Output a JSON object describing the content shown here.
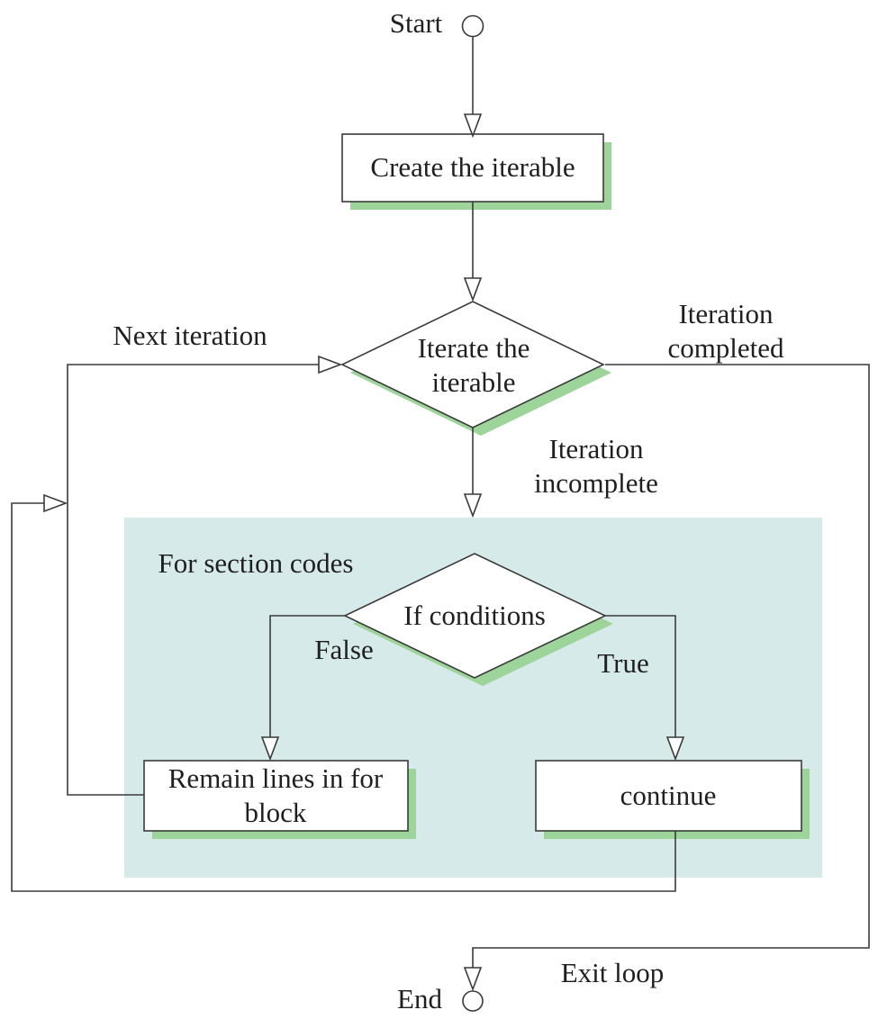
{
  "colors": {
    "background": "#ffffff",
    "region_fill": "#d7eaea",
    "node_fill": "#ffffff",
    "node_stroke": "#3a3a3a",
    "shadow_green": "#9cd49a",
    "line": "#3a3a3a",
    "text": "#1f1f1f"
  },
  "nodes": {
    "start": {
      "type": "terminator",
      "label": "Start"
    },
    "create_iterable": {
      "type": "process",
      "label": "Create the iterable"
    },
    "iterate_iterable": {
      "type": "decision",
      "label": "Iterate the\niterable"
    },
    "if_conditions": {
      "type": "decision",
      "label": "If conditions"
    },
    "remain_lines": {
      "type": "process",
      "label": "Remain lines in for\nblock"
    },
    "continue": {
      "type": "process",
      "label": "continue"
    },
    "end": {
      "type": "terminator",
      "label": "End"
    }
  },
  "region": {
    "label": "For section codes"
  },
  "edge_labels": {
    "next_iteration": "Next iteration",
    "iteration_completed": "Iteration completed",
    "iteration_incomplete": "Iteration\nincomplete",
    "false_branch": "False",
    "true_branch": "True",
    "exit_loop": "Exit loop"
  }
}
